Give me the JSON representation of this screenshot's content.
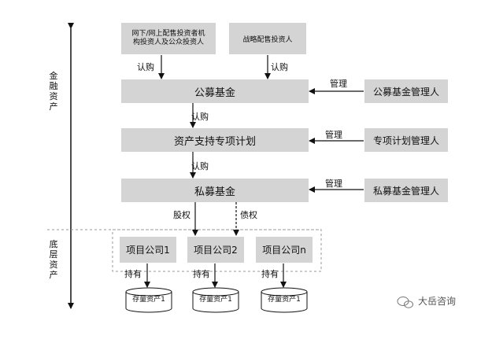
{
  "side_labels": {
    "top": "金融资产",
    "bottom": "底层资产"
  },
  "boxes": {
    "investors_public": "网下/网上配售投资者机构投资人及公众投资人",
    "investors_strategic": "战略配售投资人",
    "public_fund": "公募基金",
    "abs_plan": "资产支持专项计划",
    "private_fund": "私募基金",
    "public_fund_manager": "公募基金管理人",
    "abs_plan_manager": "专项计划管理人",
    "private_fund_manager": "私募基金管理人",
    "project_1": "项目公司1",
    "project_2": "项目公司2",
    "project_n": "项目公司n"
  },
  "arrow_labels": {
    "subscribe_left": "认购",
    "subscribe_right": "认购",
    "subscribe_abs": "认购",
    "subscribe_private": "认购",
    "manage_public": "管理",
    "manage_abs": "管理",
    "manage_private": "管理",
    "equity": "股权",
    "debt": "债权",
    "hold_1": "持有",
    "hold_2": "持有",
    "hold_n": "持有"
  },
  "assets": {
    "asset_1": "存量资产1",
    "asset_2": "存量资产1",
    "asset_n": "存量资产1"
  },
  "watermark": {
    "text": "大岳咨询"
  }
}
